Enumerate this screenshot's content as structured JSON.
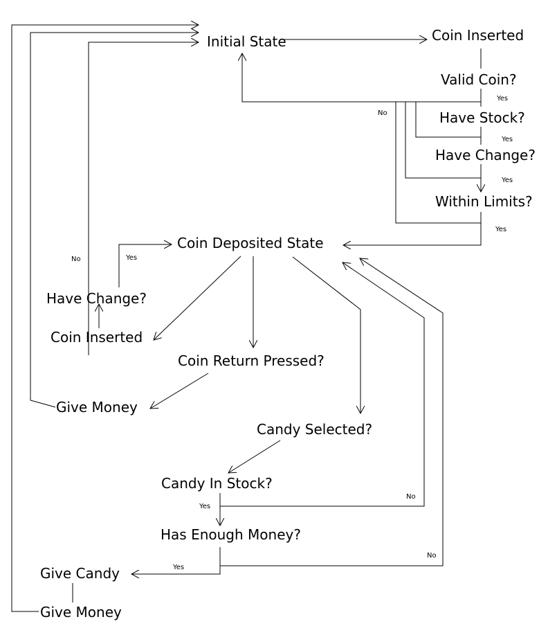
{
  "nodes": {
    "initial_state": "Initial State",
    "coin_inserted_top": "Coin Inserted",
    "valid_coin": "Valid Coin?",
    "have_stock": "Have Stock?",
    "have_change_top": "Have Change?",
    "within_limits": "Within Limits?",
    "coin_deposited_state": "Coin Deposited State",
    "have_change_left": "Have Change?",
    "coin_inserted_left": "Coin Inserted",
    "coin_return_pressed": "Coin Return Pressed?",
    "give_money_mid": "Give Money",
    "candy_selected": "Candy Selected?",
    "candy_in_stock": "Candy In Stock?",
    "has_enough_money": "Has Enough Money?",
    "give_candy": "Give Candy",
    "give_money_bottom": "Give Money"
  },
  "labels": {
    "yes_valid_coin": "Yes",
    "no_checks": "No",
    "yes_have_stock": "Yes",
    "yes_have_change": "Yes",
    "yes_within_limits": "Yes",
    "no_have_change_left": "No",
    "yes_have_change_left": "Yes",
    "yes_candy_in_stock": "Yes",
    "no_candy_in_stock": "No",
    "yes_has_enough_money": "Yes",
    "no_has_enough_money": "No"
  }
}
